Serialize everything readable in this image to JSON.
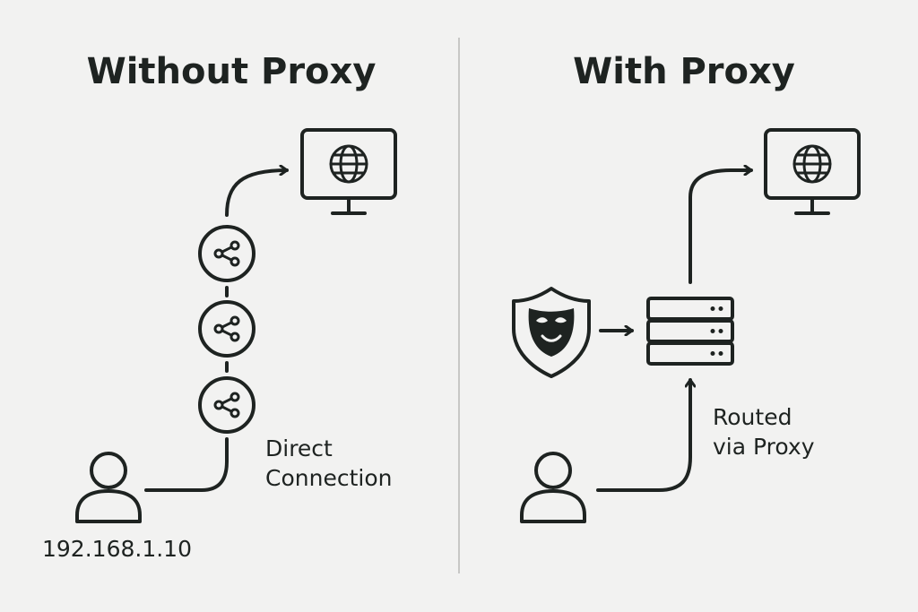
{
  "left_panel": {
    "title": "Without Proxy",
    "connection_label_line1": "Direct",
    "connection_label_line2": "Connection",
    "user_ip": "192.168.1.10"
  },
  "right_panel": {
    "title": "With Proxy",
    "route_label_line1": "Routed",
    "route_label_line2": "via Proxy"
  },
  "icons": {
    "left_user": "user-icon",
    "left_hops": [
      "share-node-icon",
      "share-node-icon",
      "share-node-icon"
    ],
    "left_target": "globe-monitor-icon",
    "right_user": "user-icon",
    "right_mask": "masked-shield-icon",
    "right_server": "server-stack-icon",
    "right_target": "globe-monitor-icon"
  },
  "colors": {
    "background": "#f2f2f1",
    "ink": "#1e2321",
    "divider": "#c8c8c6"
  }
}
